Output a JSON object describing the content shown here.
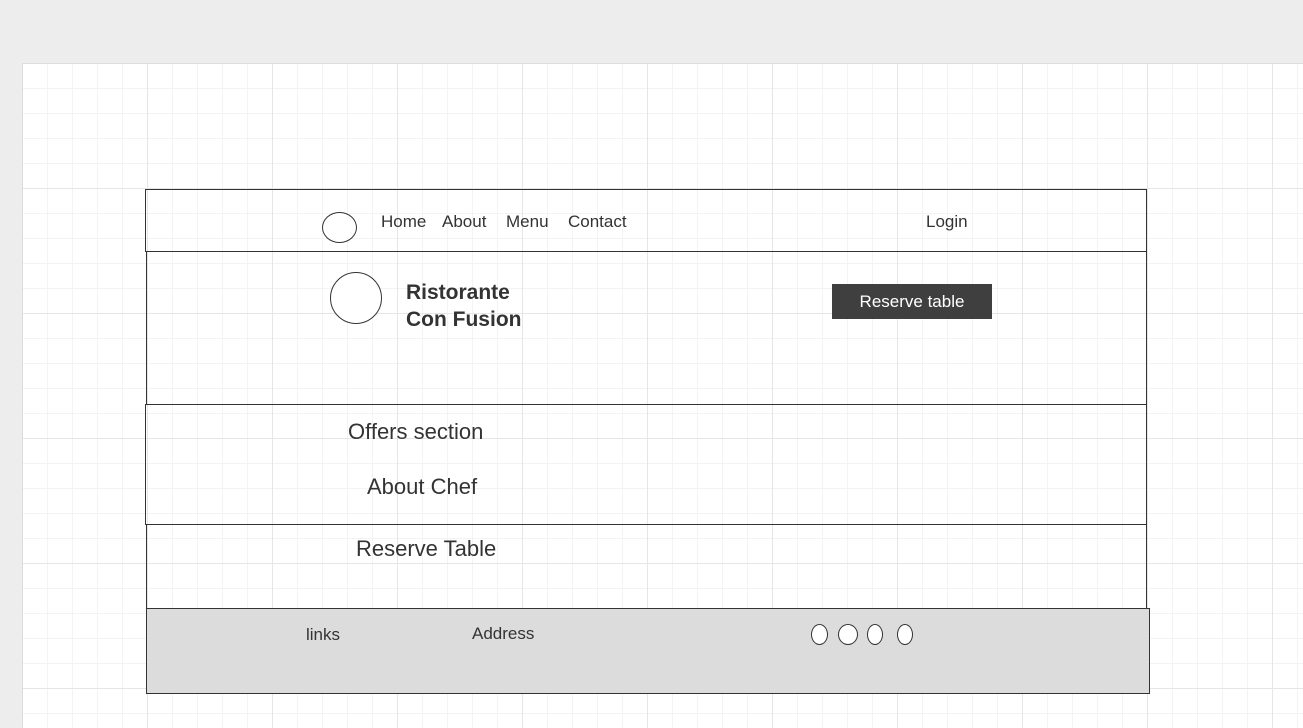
{
  "navbar": {
    "links": [
      "Home",
      "About",
      "Menu",
      "Contact"
    ],
    "login_label": "Login",
    "logo_icon": "circle-logo-icon"
  },
  "hero": {
    "title_line1": "Ristorante",
    "title_line2": "Con Fusion",
    "reserve_button_label": "Reserve table",
    "logo_icon": "circle-logo-icon"
  },
  "sections": {
    "offers_label": "Offers section",
    "about_chef_label": "About Chef",
    "reserve_table_label": "Reserve Table"
  },
  "footer": {
    "links_label": "links",
    "address_label": "Address",
    "social_icons": [
      "social-icon",
      "social-icon",
      "social-icon",
      "social-icon"
    ]
  },
  "colors": {
    "page_bg": "#ededed",
    "footer_bg": "#dcdcdc",
    "button_bg": "#3f3f3f",
    "button_text": "#ffffff",
    "outline": "#333333"
  }
}
